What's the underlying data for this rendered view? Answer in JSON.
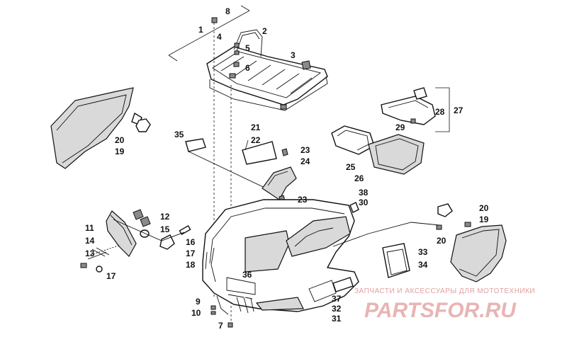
{
  "callouts": {
    "c1": "1",
    "c2": "2",
    "c3": "3",
    "c4": "4",
    "c5": "5",
    "c6": "6",
    "c7": "7",
    "c8": "8",
    "c9": "9",
    "c10": "10",
    "c11": "11",
    "c12": "12",
    "c13": "13",
    "c14": "14",
    "c15": "15",
    "c16": "16",
    "c17a": "17",
    "c17b": "17",
    "c18": "18",
    "c19a": "19",
    "c19b": "19",
    "c20a": "20",
    "c20b": "20",
    "c20c": "20",
    "c21": "21",
    "c22": "22",
    "c23a": "23",
    "c23b": "23",
    "c24": "24",
    "c25": "25",
    "c26": "26",
    "c27": "27",
    "c28": "28",
    "c29": "29",
    "c30": "30",
    "c31": "31",
    "c32": "32",
    "c33": "33",
    "c34": "34",
    "c35": "35",
    "c36": "36",
    "c37": "37",
    "c38": "38"
  },
  "watermark": {
    "tagline": "ЗАПЧАСТИ И АКСЕССУАРЫ ДЛЯ МОТОТЕХНИКИ",
    "brand": "PARTSFOR.RU"
  }
}
